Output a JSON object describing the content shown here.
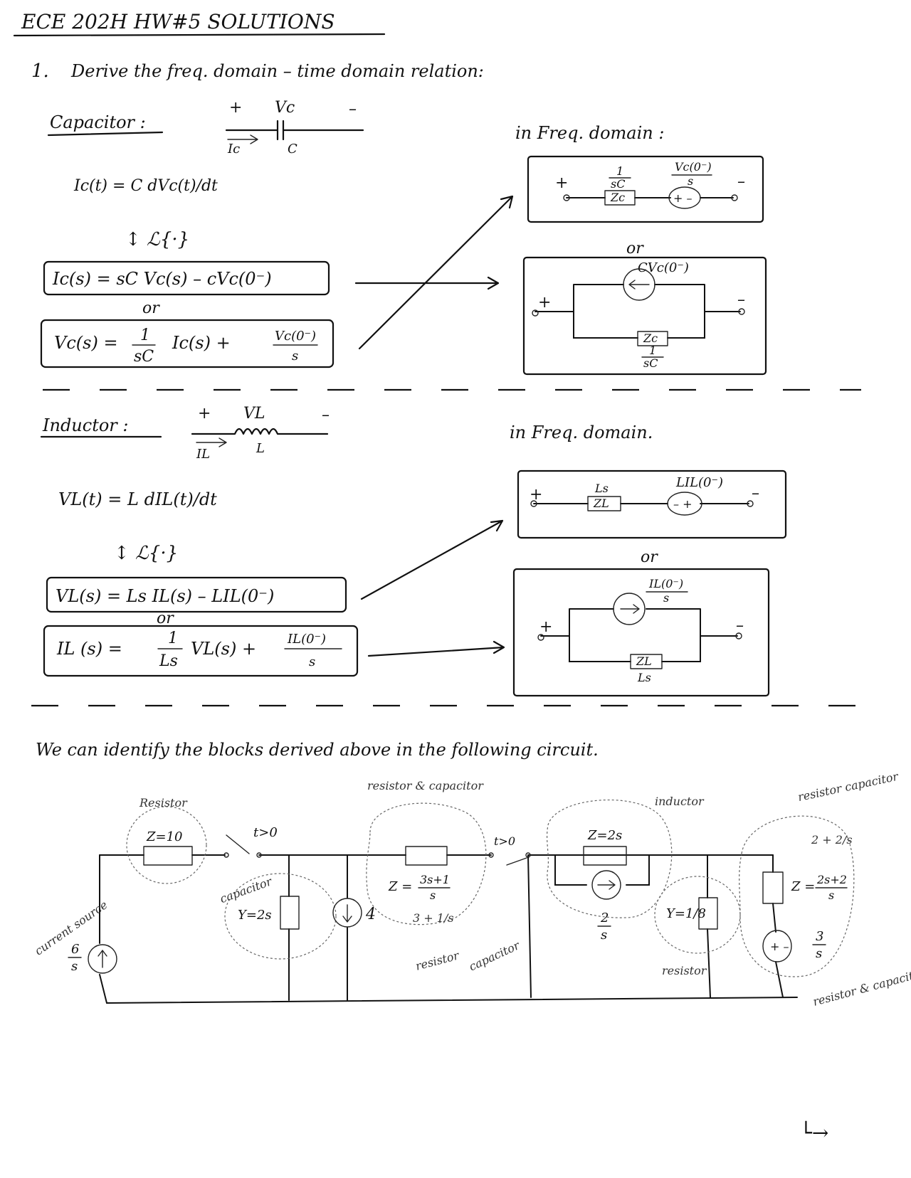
{
  "header": {
    "title": "ECE 202H     HW#5  SOLUTIONS"
  },
  "problem": {
    "number": "1.",
    "statement": "Derive the freq. domain – time domain relation:"
  },
  "capacitor": {
    "label": "Capacitor :",
    "symbol": {
      "plus": "+",
      "voltage": "Vc",
      "minus": "–",
      "current": "Ic",
      "element": "C"
    },
    "time_eq": "Ic(t) = C dVc(t)/dt",
    "transform": "↕ ℒ{·}",
    "eq1": "Ic(s) = sC Vc(s) – cVc(0⁻)",
    "or": "or",
    "eq2_left": "Vc(s) =",
    "eq2_num": "1",
    "eq2_den": "sC",
    "eq2_mid": "Ic(s)  +",
    "eq2_frac_num": "Vc(0⁻)",
    "eq2_frac_den": "s",
    "freq_label": "in  Freq. domain :",
    "box1": {
      "plus": "+",
      "minus": "–",
      "z_num": "1",
      "z_den": "sC",
      "z_tag": "Zc",
      "src_num": "Vc(0⁻)",
      "src_den": "s",
      "src_pm": "+ –"
    },
    "box2": {
      "plus": "+",
      "minus": "–",
      "src": "CVc(0⁻)",
      "z_tag": "Zc",
      "z_num": "1",
      "z_den": "sC"
    }
  },
  "inductor": {
    "label": "Inductor :",
    "symbol": {
      "plus": "+",
      "voltage": "VL",
      "minus": "–",
      "current": "IL",
      "element": "L"
    },
    "time_eq": "VL(t) = L dIL(t)/dt",
    "transform": "↕ ℒ{·}",
    "eq1": "VL(s) = Ls IL(s) – LIL(0⁻)",
    "or": "or",
    "eq2_left": "IL (s) =",
    "eq2_num": "1",
    "eq2_den": "Ls",
    "eq2_mid": "VL(s)  +",
    "eq2_frac_num": "IL(0⁻)",
    "eq2_frac_den": "s",
    "freq_label": "in  Freq. domain.",
    "box1": {
      "plus": "+",
      "minus": "–",
      "z_val": "Ls",
      "z_tag": "ZL",
      "src": "LIL(0⁻)",
      "src_pm": "– +"
    },
    "box2": {
      "plus": "+",
      "minus": "–",
      "src_num": "IL(0⁻)",
      "src_den": "s",
      "z_tag": "ZL",
      "z_val": "Ls"
    }
  },
  "circuit": {
    "intro": "We can identify the blocks derived above in the following circuit.",
    "labels": {
      "resistor_top": "Resistor",
      "z10": "Z=10",
      "switch1": "t>0",
      "current_source": "current source",
      "src_num": "6",
      "src_den": "s",
      "capacitor": "capacitor",
      "y2s": "Y=2s",
      "isrc4": "4",
      "rc_header": "resistor & capacitor",
      "z_rc": "Z =",
      "z_rc_num": "3s+1",
      "z_rc_den": "s",
      "z_rc_split": "3 + 1/s",
      "resistor_note": "resistor",
      "capacitor_note": "capacitor",
      "switch2": "t>0",
      "inductor": "inductor",
      "z2s": "Z=2s",
      "src2_num": "2",
      "src2_den": "s",
      "y18": "Y=1/8",
      "resistor_right": "resistor",
      "resistor_cap_top": "resistor  capacitor",
      "z_split": "2 + 2/s",
      "z_right": "Z =",
      "z_right_num": "2s+2",
      "z_right_den": "s",
      "v3_num": "3",
      "v3_den": "s",
      "vsrc_pm": "+ –",
      "resistor_capacitor_bottom": "resistor & capacitor"
    }
  },
  "footer": {
    "turn_mark": "└→"
  }
}
